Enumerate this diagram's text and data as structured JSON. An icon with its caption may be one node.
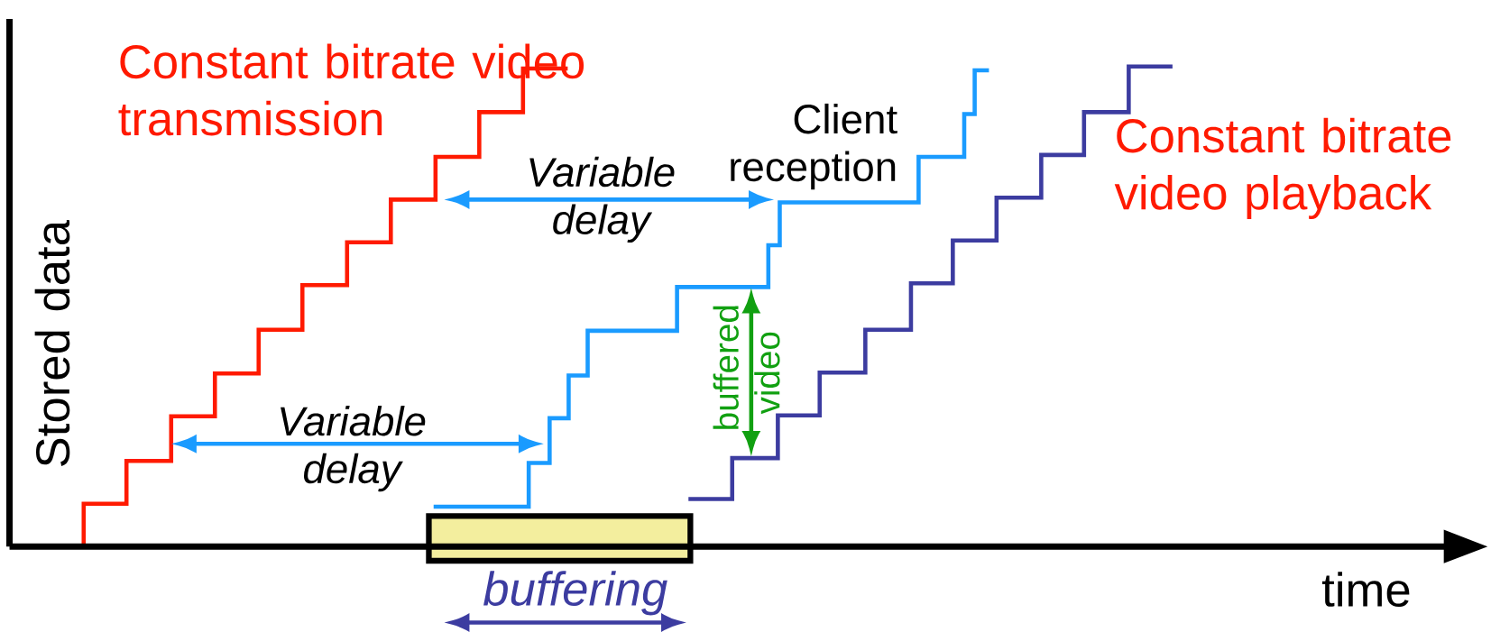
{
  "diagram": {
    "nodes": [
      {
        "text": [],
        "shape": "bar",
        "beside": [
          "buffering"
        ]
      }
    ],
    "labels": [
      "Constant bitrate video transmission",
      "Client reception",
      "Constant bitrate video playback",
      "Variable delay",
      "buffered video",
      "Stored data",
      "Variable delay",
      "time"
    ]
  }
}
